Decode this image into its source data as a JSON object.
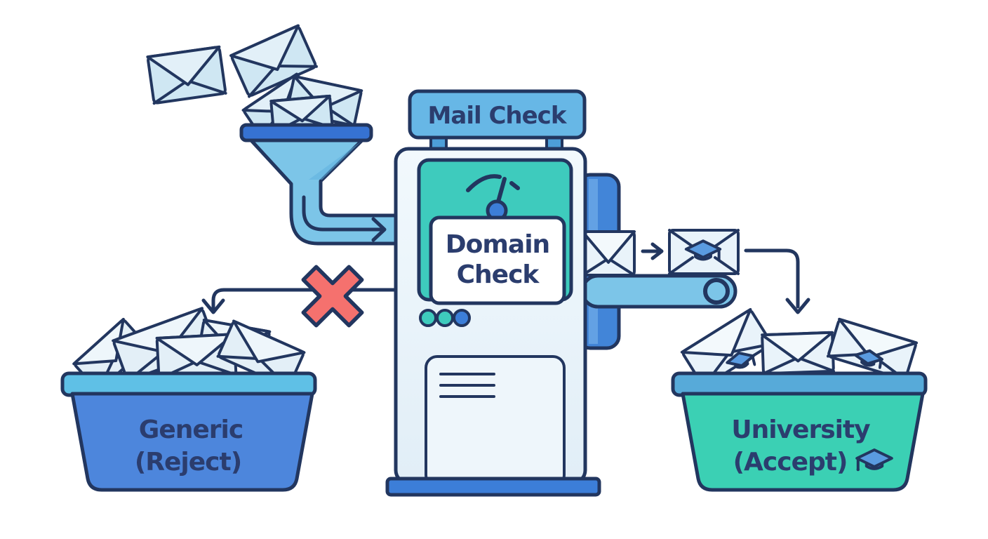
{
  "figure": {
    "machine_sign_label": "Mail Check",
    "domain_check_line1": "Domain",
    "domain_check_line2": "Check",
    "reject_bin_line1": "Generic",
    "reject_bin_line2": "(Reject)",
    "accept_bin_line1": "University",
    "accept_bin_line2": "(Accept)"
  },
  "icons": {
    "incoming_mail": "envelope-icon",
    "intake": "funnel-icon",
    "intake_flow": "pipe-arrow-icon",
    "meter": "gauge-icon",
    "status": "status-dots-icon",
    "reject_mark": "red-x-icon",
    "accept_mark": "graduation-cap-icon",
    "reject_flow": "down-arrow-icon",
    "accept_flow": "down-arrow-icon",
    "belt_flow": "right-arrow-icon"
  },
  "colors": {
    "outline_navy": "#22365f",
    "text_navy": "#2b3d6e",
    "sign_blue": "#67b7e6",
    "machine_body_light": "#e9f3fa",
    "screen_teal": "#3ecbbd",
    "accent_blue": "#3c7ed8",
    "side_panel_blue": "#4285d8",
    "pipe_belt_blue": "#7cc5e8",
    "funnel_rim_blue": "#3672d2",
    "reject_bin_blue": "#4d86dc",
    "reject_rim_cyan": "#5fc0e6",
    "accept_bin_teal": "#3bd0b4",
    "accept_rim_blue": "#57aad9",
    "envelope_light_blue": "#cfe7f3",
    "reject_x_red": "#f5716e",
    "background": "#ffffff"
  }
}
